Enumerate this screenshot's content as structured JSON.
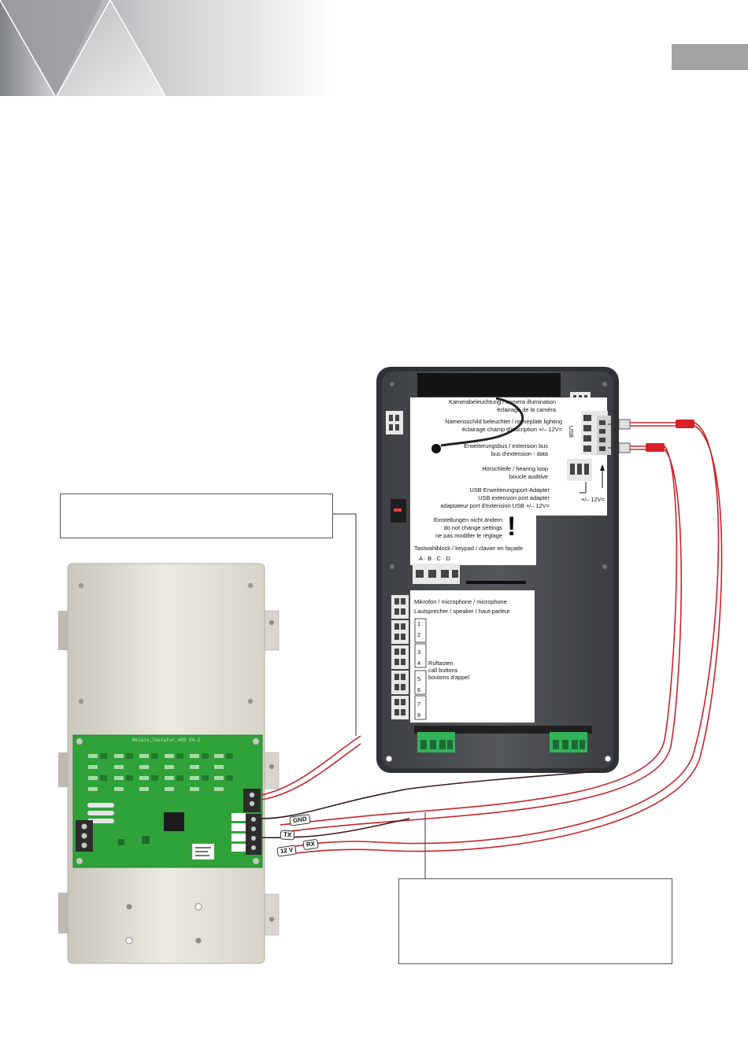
{
  "colors": {
    "accent_grey": "#a3a3a3",
    "wire_red": "#c7242c",
    "pcb_green": "#2fa23a",
    "housing_beige": "#e6e3da",
    "panel_dark": "#4a4d50",
    "terminal_green": "#33b35a"
  },
  "module": {
    "pcb_title": "Relais_Tastatur_485 V4.1"
  },
  "wire_tags": {
    "gnd": "GND",
    "tx": "TX",
    "rx": "RX",
    "v12": "12 V"
  },
  "panel_labels": {
    "camera_lighting": [
      "Kamerabeleuchtung / camera illumination",
      "éclairage de la caméra"
    ],
    "nameplate_lighting": [
      "Namensschild beleuchtet / nameplate lighting",
      "éclairage champ d'inscription +/– 12V="
    ],
    "extension_bus": [
      "Erweiterungsbus / extension bus",
      "bus d'extension - data"
    ],
    "hearing_loop": [
      "Hörschleife / hearing loop",
      "boucle auditive"
    ],
    "usb_adapter": [
      "USB Erweiterungsport-Adapter",
      "USB extension port adapter",
      "adaptateur port d'extension USB +/– 12V="
    ],
    "settings_warning": [
      "Einstellungen nicht ändern",
      "do not change settings",
      "ne pas modifier le réglage"
    ],
    "exclamation": "!",
    "keypad": "Tastwahlblock / keypad / clavier en façade",
    "keypad_pins": "A · B · C · D",
    "usb": "USB",
    "voltage": "+/– 12V=",
    "microphone": "Mikrofon / microphone / microphone",
    "speaker": "Lautsprecher / speaker / haut-parleur",
    "call_buttons": [
      "Ruftasten",
      "call buttons",
      "boutons d'appel"
    ],
    "button_numbers": [
      "1",
      "2",
      "3",
      "4",
      "5",
      "6",
      "7",
      "8"
    ]
  }
}
